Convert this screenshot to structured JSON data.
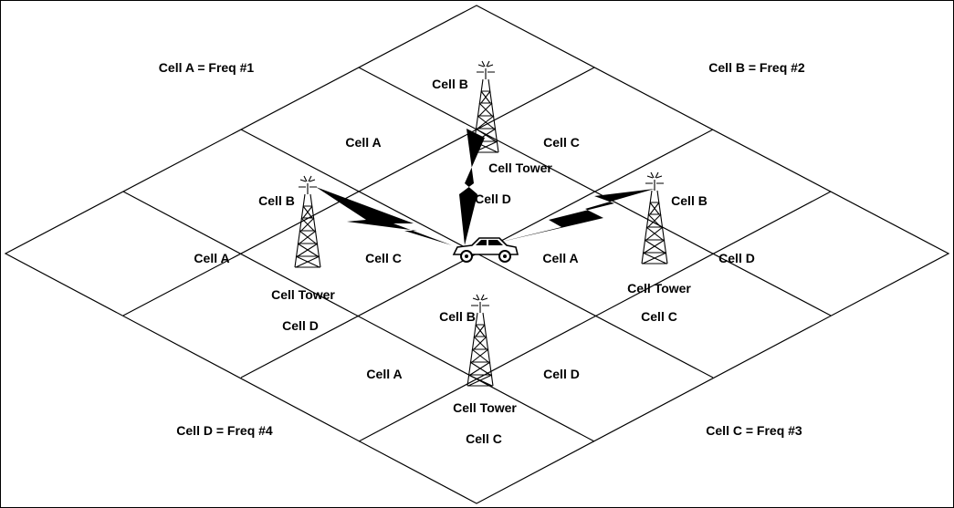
{
  "legend": {
    "top_left": "Cell A = Freq #1",
    "top_right": "Cell B = Freq #2",
    "bottom_left": "Cell D = Freq #4",
    "bottom_right": "Cell C = Freq #3"
  },
  "cells": {
    "top_b": "Cell B",
    "upper_a": "Cell A",
    "upper_c": "Cell C",
    "center_d": "Cell D",
    "left_b": "Cell B",
    "right_b": "Cell B",
    "left_a": "Cell A",
    "mid_c": "Cell C",
    "mid_a": "Cell A",
    "right_d": "Cell D",
    "left_d": "Cell D",
    "bottom_b": "Cell B",
    "right_c": "Cell C",
    "lower_a": "Cell A",
    "lower_d": "Cell D",
    "bottom_c": "Cell C"
  },
  "towers": {
    "top": "Cell Tower",
    "left": "Cell Tower",
    "right": "Cell Tower",
    "bottom": "Cell Tower"
  }
}
